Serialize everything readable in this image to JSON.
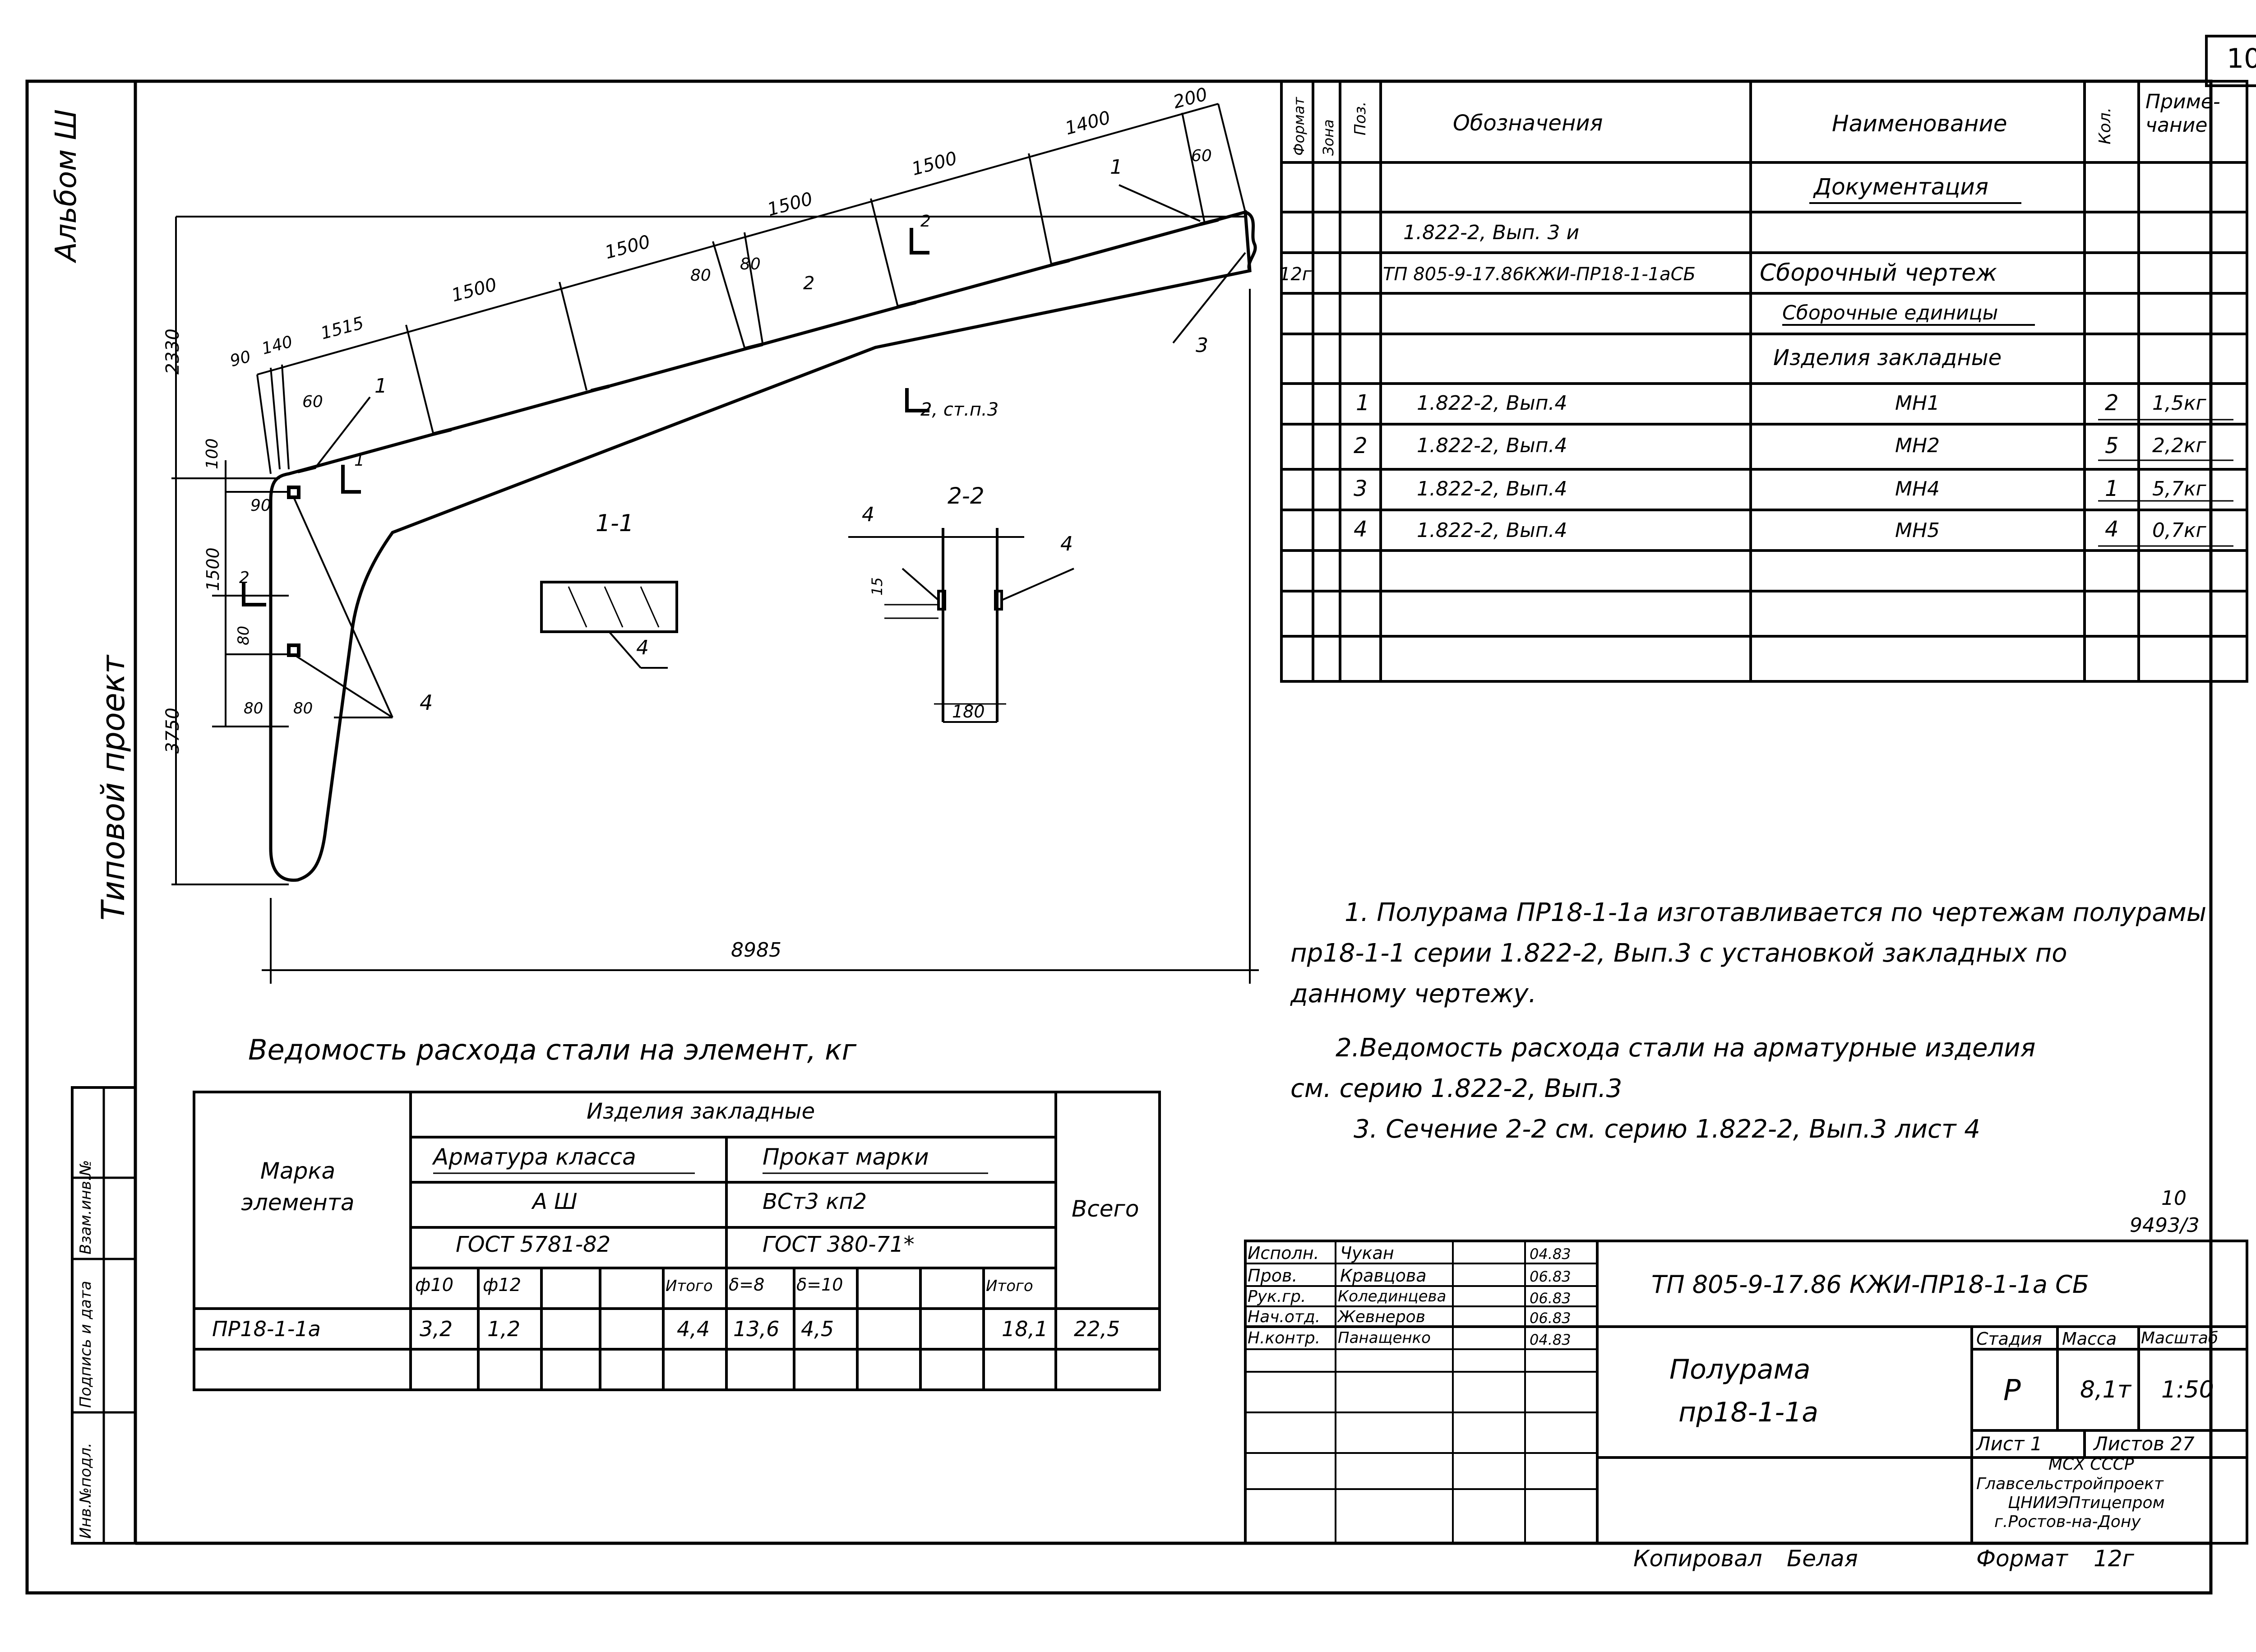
{
  "sheet_number": "10",
  "side_labels": {
    "album": "Альбом Ш",
    "project": "Типовой проект"
  },
  "stamp_left": [
    "Инв.№подл.",
    "Подпись и дата",
    "Взам.инв.№"
  ],
  "dimensions": {
    "top": [
      "200",
      "1400",
      "1500",
      "1500",
      "1500",
      "1500",
      "1515",
      "140",
      "90"
    ],
    "d60_top": "60",
    "d80a": "80",
    "d80b": "80",
    "d60_left": "60",
    "h2330": "2330",
    "h100": "100",
    "h90": "90",
    "h1500": "1500",
    "h3750": "3750",
    "h80a": "80",
    "h80b": "80",
    "h80c": "80",
    "width8985": "8985",
    "sec_15": "15",
    "sec_180": "180"
  },
  "callouts": {
    "c1a": "1",
    "c1b": "1",
    "c2": "2",
    "c3": "3",
    "c4": "4",
    "sec22_4a": "4",
    "sec22_4b": "4",
    "sec11_4": "4",
    "mark2": "2",
    "mark1": "1",
    "mark2b": "2",
    "sec2_ref": "2, ст.п.3",
    "sec11_title": "1-1",
    "sec22_title": "2-2"
  },
  "spec": {
    "headers": [
      "Формат",
      "Зона",
      "Поз.",
      "Обозначения",
      "Наименование",
      "Кол.",
      "Приме-\nчание"
    ],
    "section_doc": "Документация",
    "doc_ref1": "1.822-2, Вып. 3   и",
    "doc_format": "12г",
    "doc_ref2": "ТП 805-9-17.86КЖИ-ПР18-1-1аСБ",
    "doc_name": "Сборочный чертеж",
    "section_units": "Сборочные единицы",
    "section_parts": "Изделия закладные",
    "rows": [
      {
        "pos": "1",
        "ref": "1.822-2, Вып.4",
        "name": "МН1",
        "qty": "2",
        "note": "1,5кг"
      },
      {
        "pos": "2",
        "ref": "1.822-2, Вып.4",
        "name": "МН2",
        "qty": "5",
        "note": "2,2кг"
      },
      {
        "pos": "3",
        "ref": "1.822-2, Вып.4",
        "name": "МН4",
        "qty": "1",
        "note": "5,7кг"
      },
      {
        "pos": "4",
        "ref": "1.822-2, Вып.4",
        "name": "МН5",
        "qty": "4",
        "note": "0,7кг"
      }
    ]
  },
  "notes": [
    "1. Полурама ПР18-1-1а изготавливается по чертежам полурамы",
    "пр18-1-1 серии 1.822-2, Вып.3 с установкой закладных по",
    "данному чертежу.",
    "2.Ведомость расхода стали на арматурные изделия",
    "см. серию 1.822-2, Вып.3",
    "3. Сечение 2-2 см. серию 1.822-2, Вып.3 лист 4"
  ],
  "steel": {
    "title": "Ведомость расхода стали на элемент, кг",
    "col_mark": "Марка элемента",
    "group": "Изделия закладные",
    "sub1": "Арматура класса",
    "sub1_class": "А Ш",
    "sub1_gost": "ГОСТ 5781-82",
    "sub2": "Прокат марки",
    "sub2_grade": "ВСт3 кп2",
    "sub2_gost": "ГОСТ 380-71*",
    "total": "Всего",
    "cols": [
      "ф10",
      "ф12",
      "",
      "",
      "Итого",
      "δ=8",
      "δ=10",
      "",
      "",
      "Итого"
    ],
    "row": {
      "mark": "ПР18-1-1а",
      "vals": [
        "3,2",
        "1,2",
        "",
        "",
        "4,4",
        "13,6",
        "4,5",
        "",
        "",
        "18,1"
      ],
      "total": "22,5"
    }
  },
  "title_block": {
    "sheet_ref": "10",
    "sheet_code": "9493/3",
    "doc_code": "ТП 805-9-17.86 КЖИ-ПР18-1-1а СБ",
    "signers": [
      {
        "role": "Исполн.",
        "name": "Чукан",
        "date": "04.83"
      },
      {
        "role": "Пров.",
        "name": "Кравцова",
        "date": "06.83"
      },
      {
        "role": "Рук.гр.",
        "name": "Колединцева",
        "date": "06.83"
      },
      {
        "role": "Нач.отд.",
        "name": "Жевнеров",
        "date": "06.83"
      },
      {
        "role": "Н.контр.",
        "name": "Панащенко",
        "date": "04.83"
      }
    ],
    "name_line1": "Полурама",
    "name_line2": "пр18-1-1а",
    "stage_h": "Стадия",
    "mass_h": "Масса",
    "scale_h": "Масштаб",
    "stage": "Р",
    "mass": "8,1т",
    "scale": "1:50",
    "sheet": "Лист 1",
    "sheets": "Листов 27",
    "org": [
      "МСХ СССР",
      "Главсельстройпроект",
      "ЦНИИЭПтицепром",
      "г.Ростов-на-Дону"
    ],
    "copied": "Копировал",
    "copied_name": "Белая",
    "format_label": "Формат",
    "format": "12г"
  }
}
